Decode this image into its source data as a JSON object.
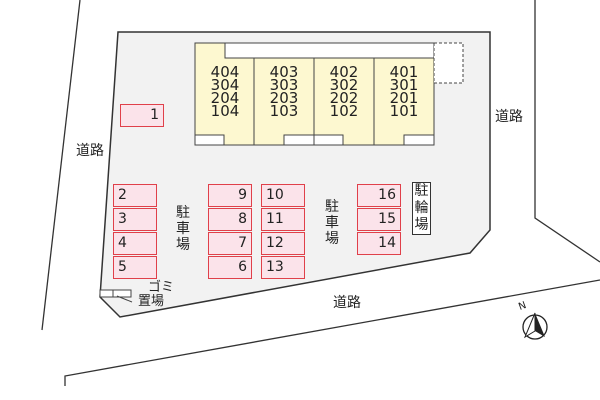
{
  "roads": {
    "left": "道路",
    "right": "道路",
    "bottom": "道路"
  },
  "building": {
    "units": [
      {
        "rooms": [
          "404",
          "304",
          "204",
          "104"
        ]
      },
      {
        "rooms": [
          "403",
          "303",
          "203",
          "103"
        ]
      },
      {
        "rooms": [
          "402",
          "302",
          "202",
          "102"
        ]
      },
      {
        "rooms": [
          "401",
          "301",
          "201",
          "101"
        ]
      }
    ]
  },
  "parking": {
    "label": [
      "駐",
      "車",
      "場"
    ],
    "spaces": [
      "1",
      "2",
      "3",
      "4",
      "5",
      "6",
      "7",
      "8",
      "9",
      "10",
      "11",
      "12",
      "13",
      "14",
      "15",
      "16"
    ]
  },
  "bicycle_parking": [
    "駐",
    "輪",
    "場"
  ],
  "garbage": {
    "line1": "ゴミ",
    "line2": "置場"
  },
  "compass": "N",
  "colors": {
    "lot": "#f2f2f2",
    "building": "#fdf8d0",
    "parking_fill": "#fbe3ea",
    "parking_border": "#e0404a"
  }
}
